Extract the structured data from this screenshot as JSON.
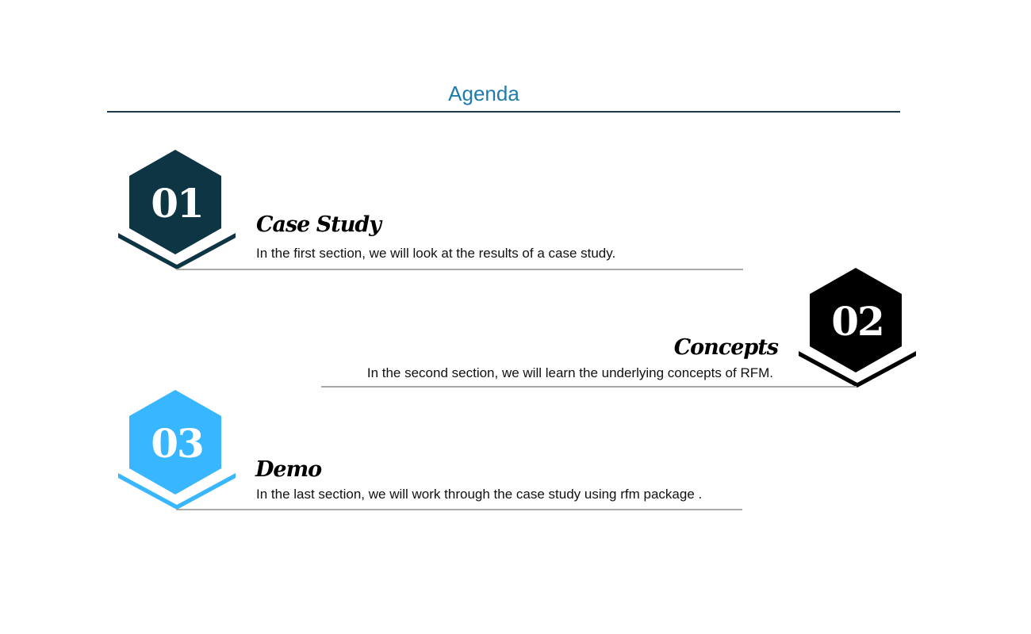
{
  "header": {
    "title": "Agenda"
  },
  "items": [
    {
      "number": "01",
      "title": "Case Study",
      "description": "In the first section, we will look at the results of a case study.",
      "color": "#0d3544"
    },
    {
      "number": "02",
      "title": "Concepts",
      "description": "In the second section, we will learn the underlying concepts of RFM.",
      "color": "#000000"
    },
    {
      "number": "03",
      "title": "Demo",
      "description": "In the last section, we will work through the case study using rfm package .",
      "color": "#38b6ff"
    }
  ],
  "colors": {
    "title": "#1f7bab",
    "title_rule": "#1d3b4a",
    "item_rule": "#a9a9a9"
  }
}
